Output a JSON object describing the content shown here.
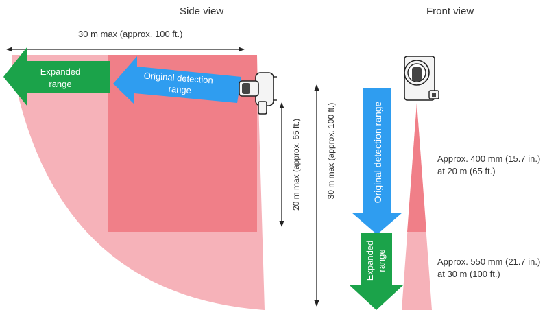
{
  "headers": {
    "side_view": "Side view",
    "front_view": "Front view"
  },
  "side": {
    "horizontal_dim": "30 m max (approx. 100 ft.)",
    "vertical_dim_20": "20 m max (approx. 65 ft.)",
    "vertical_dim_30": "30 m max (approx. 100 ft.)",
    "expanded_label_line1": "Expanded",
    "expanded_label_line2": "range",
    "original_label_line1": "Original detection",
    "original_label_line2": "range"
  },
  "front": {
    "original_label": "Original detection range",
    "expanded_label_line1": "Expanded",
    "expanded_label_line2": "range",
    "note_400_line1": "Approx. 400 mm (15.7 in.)",
    "note_400_line2": "at 20 m (65 ft.)",
    "note_550_line1": "Approx. 550 mm (21.7 in.)",
    "note_550_line2": "at 30 m (100 ft.)"
  },
  "colors": {
    "original_zone": "#f07f88",
    "expanded_zone": "#f6b2b9",
    "green_arrow": "#1ba34a",
    "blue_arrow": "#2f9df0",
    "text": "#333333"
  }
}
